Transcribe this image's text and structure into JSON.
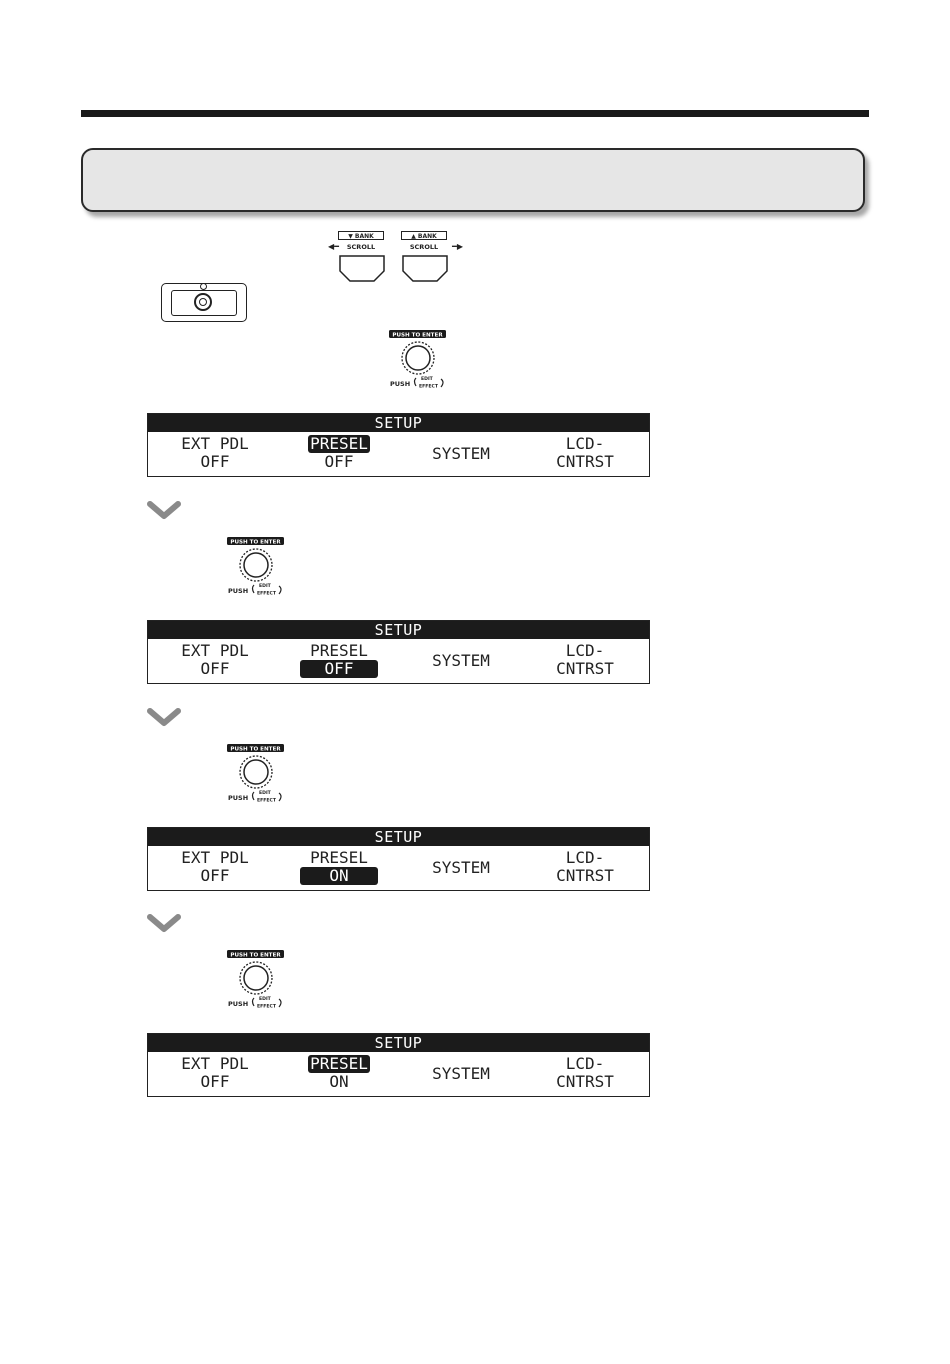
{
  "bank_buttons": [
    {
      "bank_label": "BANK",
      "scroll_label": "SCROLL",
      "bank_arrow": "down-triangle",
      "scroll_arrow": "left-triangle"
    },
    {
      "bank_label": "BANK",
      "scroll_label": "SCROLL",
      "bank_arrow": "up-triangle",
      "scroll_arrow": "right-triangle"
    }
  ],
  "dial": {
    "top_label": "PUSH TO ENTER",
    "push_label": "PUSH",
    "edit_label": "EDIT",
    "effect_label": "EFFECT"
  },
  "screens": [
    {
      "title": "SETUP",
      "items": [
        {
          "top": "EXT PDL",
          "bottom": "OFF"
        },
        {
          "top": "PRESEL",
          "bottom": "OFF",
          "highlight": "top"
        },
        {
          "single": "SYSTEM"
        },
        {
          "top": "LCD-",
          "bottom": "CNTRST"
        }
      ]
    },
    {
      "title": "SETUP",
      "items": [
        {
          "top": "EXT PDL",
          "bottom": "OFF"
        },
        {
          "top": "PRESEL",
          "bottom": "OFF",
          "highlight": "bottom"
        },
        {
          "single": "SYSTEM"
        },
        {
          "top": "LCD-",
          "bottom": "CNTRST"
        }
      ]
    },
    {
      "title": "SETUP",
      "items": [
        {
          "top": "EXT PDL",
          "bottom": "OFF"
        },
        {
          "top": "PRESEL",
          "bottom": "ON",
          "highlight": "bottom"
        },
        {
          "single": "SYSTEM"
        },
        {
          "top": "LCD-",
          "bottom": "CNTRST"
        }
      ]
    },
    {
      "title": "SETUP",
      "items": [
        {
          "top": "EXT PDL",
          "bottom": "OFF"
        },
        {
          "top": "PRESEL",
          "bottom": "ON",
          "highlight": "top"
        },
        {
          "single": "SYSTEM"
        },
        {
          "top": "LCD-",
          "bottom": "CNTRST"
        }
      ]
    }
  ],
  "icons": [
    "footswitch-icon",
    "bank-scroll-button-icon",
    "push-to-enter-dial-icon",
    "chevron-down-icon"
  ],
  "colors": {
    "lcd_dark": "#1b1b1b",
    "title_box_fill": "#e6e6e6"
  }
}
